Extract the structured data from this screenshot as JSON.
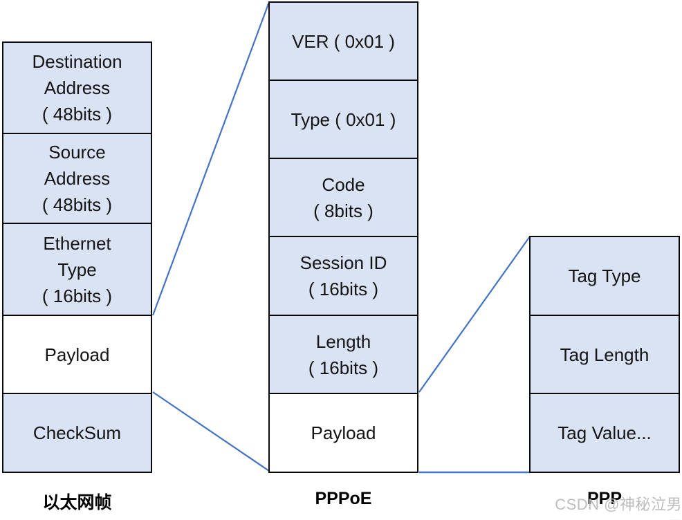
{
  "colors": {
    "box_fill": "#dae3f3",
    "payload_fill": "#ffffff",
    "connector": "#4472c4",
    "border": "#000000",
    "watermark_gray": "#bdbdbd"
  },
  "columns": [
    {
      "caption": "以太网帧",
      "boxes": [
        {
          "text": "Destination\nAddress\n( 48bits )"
        },
        {
          "text": "Source\nAddress\n( 48bits )"
        },
        {
          "text": "Ethernet\nType\n( 16bits )"
        },
        {
          "text": "Payload"
        },
        {
          "text": "CheckSum"
        }
      ]
    },
    {
      "caption": "PPPoE",
      "boxes": [
        {
          "text": "VER ( 0x01 )"
        },
        {
          "text": "Type ( 0x01 )"
        },
        {
          "text": "Code\n( 8bits )"
        },
        {
          "text": "Session ID\n( 16bits )"
        },
        {
          "text": "Length\n( 16bits )"
        },
        {
          "text": "Payload"
        }
      ]
    },
    {
      "caption": "PPP",
      "boxes": [
        {
          "text": "Tag Type"
        },
        {
          "text": "Tag Length"
        },
        {
          "text": "Tag Value..."
        }
      ]
    }
  ],
  "watermark": "CSDN @神秘泣男子"
}
